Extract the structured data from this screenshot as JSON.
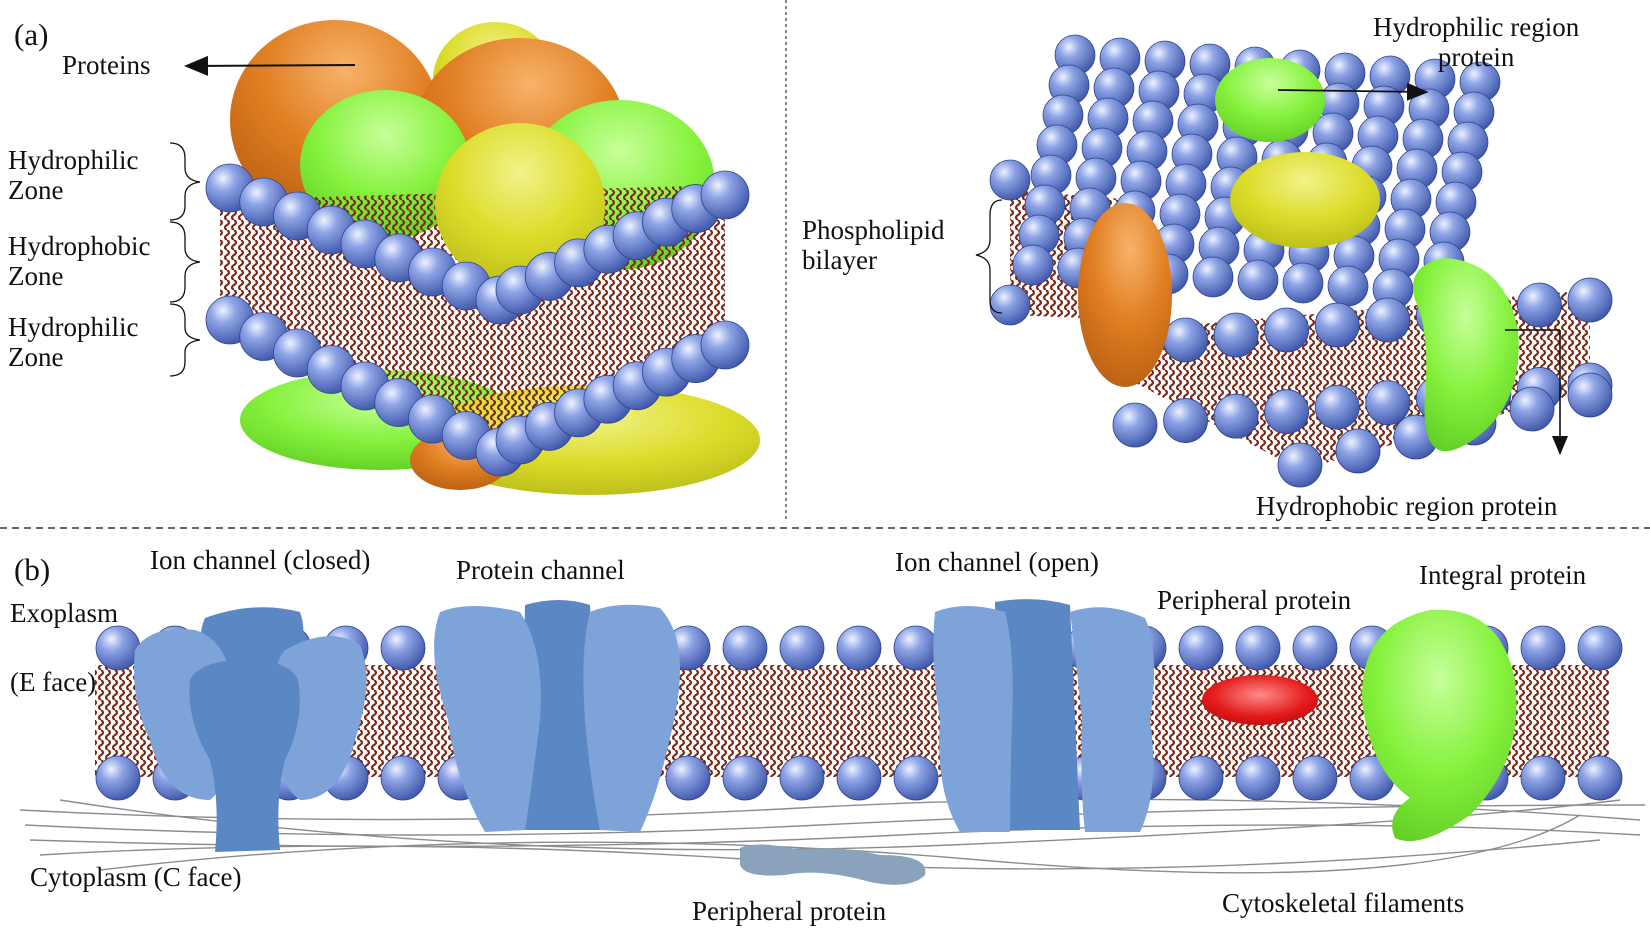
{
  "panel_a": {
    "tag": "(a)",
    "labels": {
      "proteins": "Proteins",
      "hydrophilic_zone_top": [
        "Hydrophilic",
        "Zone"
      ],
      "hydrophobic_zone": [
        "Hydrophobic",
        "Zone"
      ],
      "hydrophilic_zone_bottom": [
        "Hydrophilic",
        "Zone"
      ],
      "hydrophilic_region_protein": [
        "Hydrophilic region",
        "protein"
      ],
      "phospholipid_bilayer": [
        "Phospholipid",
        "bilayer"
      ],
      "hydrophobic_region_protein": "Hydrophobic region protein"
    }
  },
  "panel_b": {
    "tag": "(b)",
    "labels": {
      "exoplasm": "Exoplasm",
      "e_face": "(E face)",
      "ion_channel_closed": "Ion channel (closed)",
      "protein_channel": "Protein channel",
      "ion_channel_open": "Ion channel (open)",
      "peripheral_protein_top": "Peripheral protein",
      "integral_protein": "Integral protein",
      "cytoplasm": "Cytoplasm (C face)",
      "peripheral_protein_bottom": "Peripheral protein",
      "cytoskeletal_filaments": "Cytoskeletal filaments"
    }
  },
  "colors": {
    "phospholipid_head": "#5b75c8",
    "lipid_tail": "#7a2a18",
    "protein_orange": "#e07e22",
    "protein_green": "#7ef23a",
    "protein_yellow": "#d8dc24",
    "channel_blue": "#7ea3d9",
    "channel_blue_dark": "#5b87c4",
    "peripheral_red": "#e31b1b",
    "peripheral_gray": "#8aa2bc",
    "filament_gray": "#8a8d90"
  }
}
